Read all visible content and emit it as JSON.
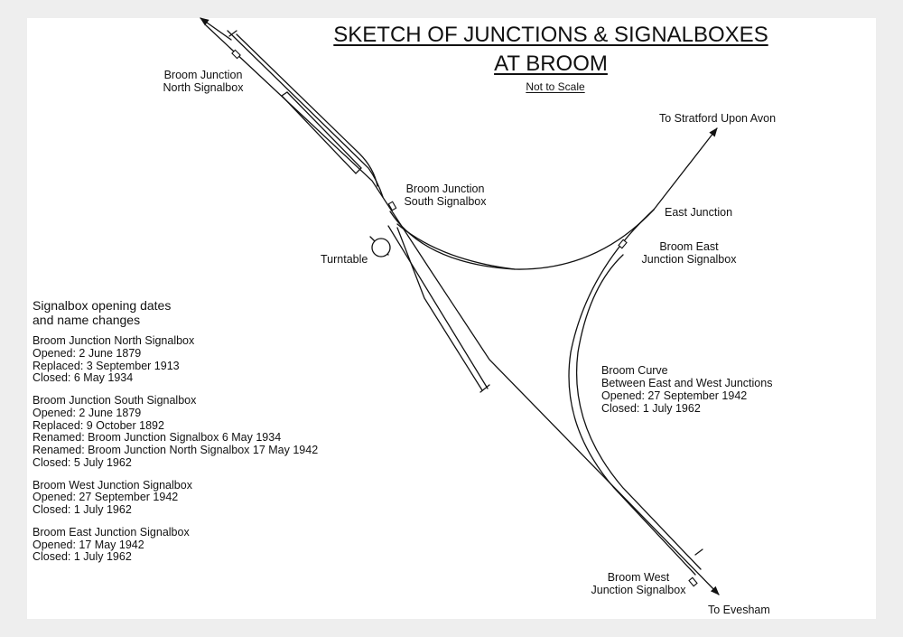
{
  "title": {
    "line1": "SKETCH OF JUNCTIONS & SIGNALBOXES",
    "line2": "AT BROOM",
    "subtitle": "Not to Scale"
  },
  "labels": {
    "north_box": [
      "Broom Junction",
      "North Signalbox"
    ],
    "south_box": [
      "Broom Junction",
      "South Signalbox"
    ],
    "turntable": "Turntable",
    "stratford": "To Stratford Upon Avon",
    "east_junction": "East Junction",
    "east_box": [
      "Broom  East",
      "Junction Signalbox"
    ],
    "curve_info": [
      "Broom  Curve",
      "Between East and West Junctions",
      "Opened: 27 September 1942",
      "Closed: 1 July 1962"
    ],
    "west_box": [
      "Broom  West",
      "Junction Signalbox"
    ],
    "evesham": "To Evesham"
  },
  "history": {
    "heading": "Signalbox opening dates\nand name changes",
    "entries": [
      {
        "name": "Broom Junction North Signalbox",
        "lines": [
          "Opened: 2 June 1879",
          "Replaced: 3 September 1913",
          "Closed: 6 May 1934"
        ]
      },
      {
        "name": "Broom Junction South Signalbox",
        "lines": [
          "Opened: 2 June 1879",
          "Replaced: 9 October 1892",
          "Renamed: Broom Junction Signalbox 6 May 1934",
          "Renamed: Broom Junction North Signalbox 17 May 1942",
          "Closed: 5 July 1962"
        ]
      },
      {
        "name": "Broom West Junction Signalbox",
        "lines": [
          "Opened: 27 September 1942",
          "Closed: 1 July 1962"
        ]
      },
      {
        "name": "Broom East Junction Signalbox",
        "lines": [
          "Opened: 17 May 1942",
          "Closed: 1 July 1962"
        ]
      }
    ]
  }
}
